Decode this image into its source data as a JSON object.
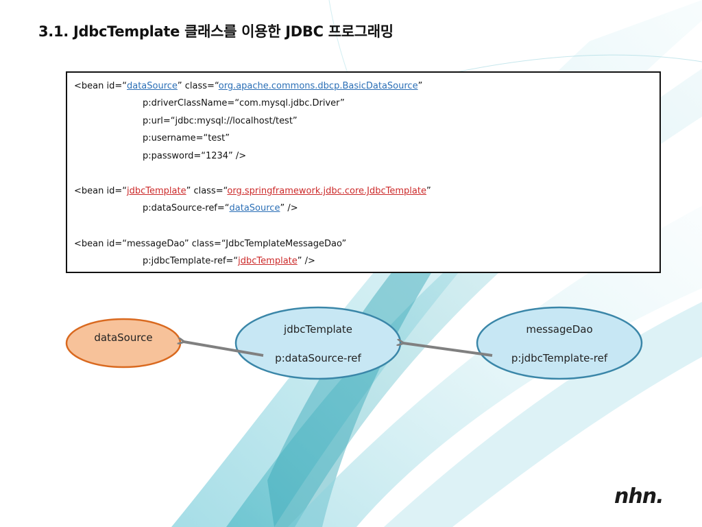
{
  "title": "3.1. JdbcTemplate 클래스를 이용한 JDBC 프로그래밍",
  "code": {
    "bean1": {
      "l1_pre": "<bean id=“",
      "l1_link1": "dataSource",
      "l1_mid": "” class=“",
      "l1_link2": "org.apache.commons.dbcp.BasicDataSource",
      "l1_post": "”",
      "l2": "p:driverClassName=“com.mysql.jdbc.Driver”",
      "l3": "p:url=“jdbc:mysql://localhost/test”",
      "l4": "p:username=“test”",
      "l5": "p:password=“1234” />"
    },
    "bean2": {
      "l1_pre": "<bean id=“",
      "l1_link1": "jdbcTemplate",
      "l1_mid": "” class=“",
      "l1_link2": "org.springframework.jdbc.core.JdbcTemplate",
      "l1_post": "”",
      "l2_pre": "p:dataSource-ref=“",
      "l2_link": "dataSource",
      "l2_post": "” />"
    },
    "bean3": {
      "l1": "<bean id=“messageDao” class=“JdbcTemplateMessageDao”",
      "l2_pre": "p:jdbcTemplate-ref=“",
      "l2_link": "jdbcTemplate",
      "l2_post": "” />"
    }
  },
  "diagram": {
    "datasource": {
      "label": "dataSource"
    },
    "jdbctemplate": {
      "label": "jdbcTemplate",
      "ref": "p:dataSource-ref"
    },
    "messagedao": {
      "label": "messageDao",
      "ref": "p:jdbcTemplate-ref"
    }
  },
  "logo": {
    "text": "nhn."
  },
  "colors": {
    "link_blue": "#2b6fb6",
    "link_red": "#cc2a2a",
    "node_blue_fill": "#c7e7f4",
    "node_blue_stroke": "#3a86a8",
    "node_orange_fill": "#f7c29a",
    "node_orange_stroke": "#d9691f",
    "arrow": "#808080"
  }
}
